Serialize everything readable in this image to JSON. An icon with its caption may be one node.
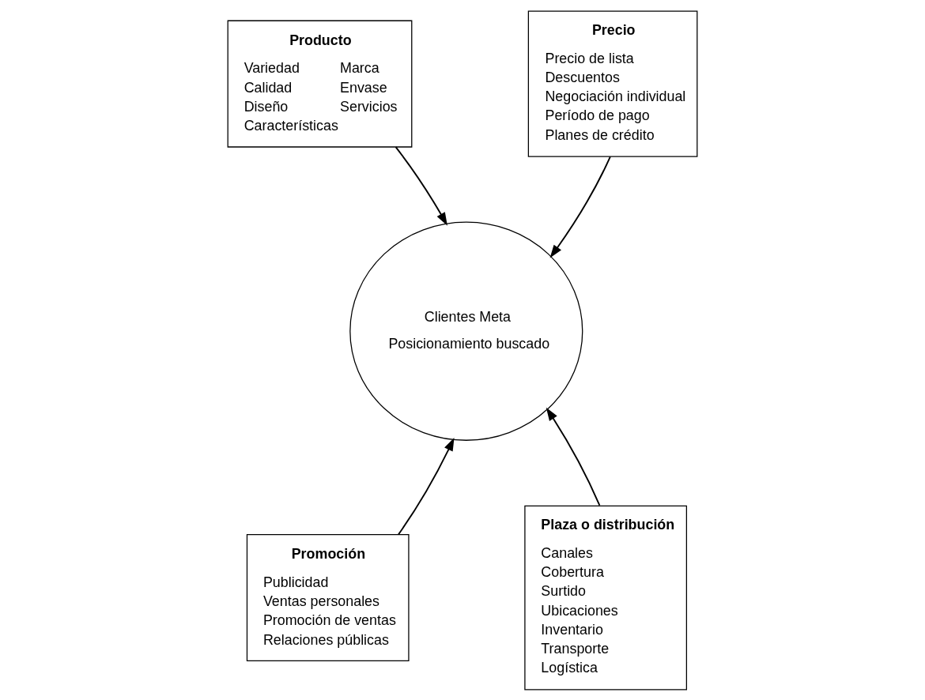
{
  "diagram": {
    "nodes": [
      {
        "text": [
          "Producto",
          "Variedad",
          "Marca",
          "Calidad",
          "Envase",
          "Diseño",
          "Servicios",
          "Características"
        ]
      },
      {
        "text": [
          "Precio",
          "Precio de lista",
          "Descuentos",
          "Negociación individual",
          "Período de pago",
          "Planes de crédito"
        ]
      },
      {
        "text": [
          "Clientes Meta",
          "Posicionamiento buscado"
        ]
      },
      {
        "text": [
          "Promoción",
          "Publicidad",
          "Ventas personales",
          "Promoción de ventas",
          "Relaciones públicas"
        ]
      },
      {
        "text": [
          "Plaza o distribución",
          "Canales",
          "Cobertura",
          "Surtido",
          "Ubicaciones",
          "Inventario",
          "Transporte",
          "Logística"
        ]
      }
    ],
    "edges": [
      {
        "from": 0,
        "to": 2,
        "arrow": "to"
      },
      {
        "from": 1,
        "to": 2,
        "arrow": "to"
      },
      {
        "from": 3,
        "to": 2,
        "arrow": "to"
      },
      {
        "from": 4,
        "to": 2,
        "arrow": "to"
      }
    ]
  }
}
